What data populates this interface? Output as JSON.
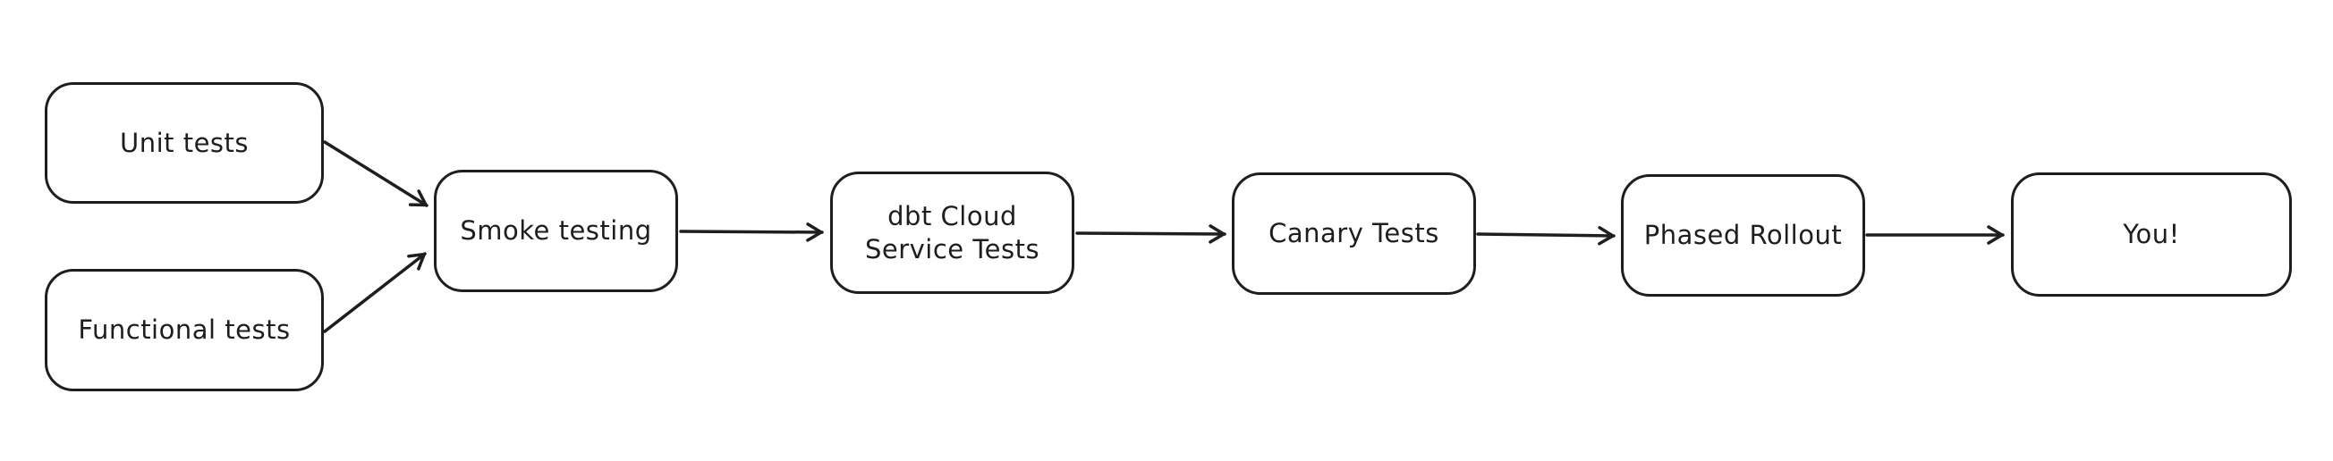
{
  "diagram": {
    "type": "flowchart",
    "style": "hand-drawn",
    "nodes": [
      {
        "id": "unit-tests",
        "label": "Unit tests"
      },
      {
        "id": "functional-tests",
        "label": "Functional tests"
      },
      {
        "id": "smoke-testing",
        "label": "Smoke testing"
      },
      {
        "id": "dbt-cloud-service-tests",
        "label": "dbt Cloud\nService Tests"
      },
      {
        "id": "canary-tests",
        "label": "Canary Tests"
      },
      {
        "id": "phased-rollout",
        "label": "Phased Rollout"
      },
      {
        "id": "you",
        "label": "You!"
      }
    ],
    "edges": [
      {
        "from": "unit-tests",
        "to": "smoke-testing"
      },
      {
        "from": "functional-tests",
        "to": "smoke-testing"
      },
      {
        "from": "smoke-testing",
        "to": "dbt-cloud-service-tests"
      },
      {
        "from": "dbt-cloud-service-tests",
        "to": "canary-tests"
      },
      {
        "from": "canary-tests",
        "to": "phased-rollout"
      },
      {
        "from": "phased-rollout",
        "to": "you"
      }
    ],
    "colors": {
      "stroke": "#1e1e1e",
      "node_fill": "#ffffff",
      "background": "#ffffff"
    }
  }
}
